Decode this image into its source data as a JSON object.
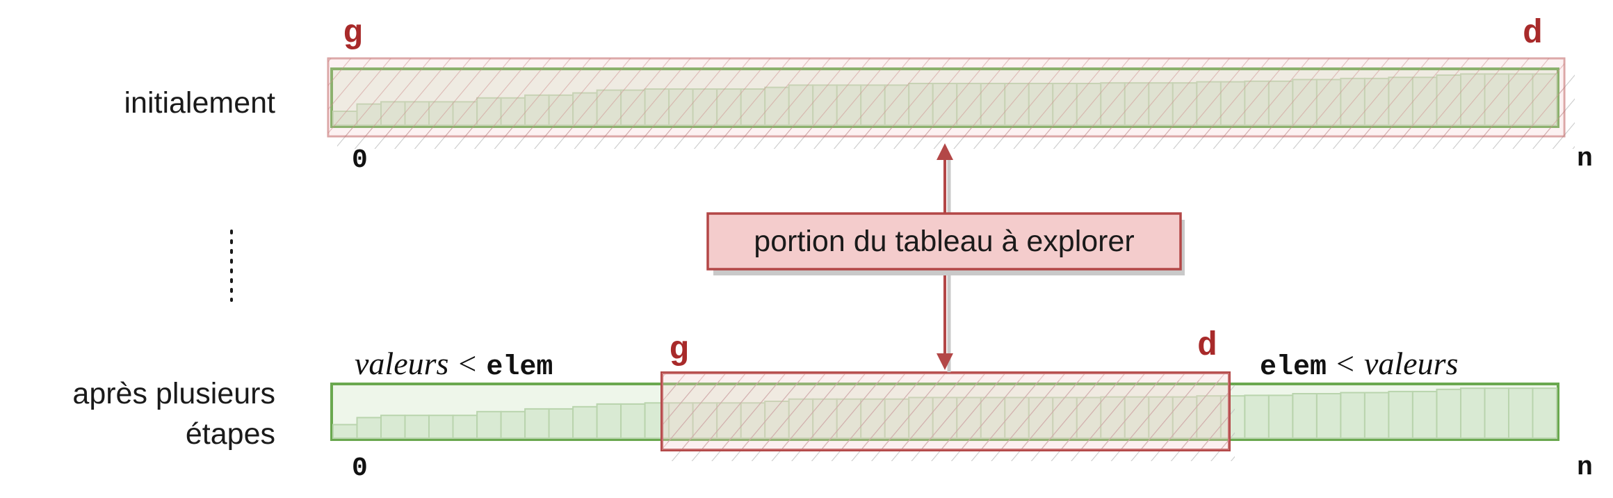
{
  "labels": {
    "row_initial": "initialement",
    "row_after_line1": "après plusieurs",
    "row_after_line2": "étapes",
    "ellipsis": "......",
    "callout": "portion du tableau à explorer"
  },
  "pointers": {
    "left": "g",
    "right": "d"
  },
  "indices": {
    "start": "0",
    "end": "n"
  },
  "annotations": {
    "left_expr": {
      "values": "valeurs",
      "op": "<",
      "elem": "elem"
    },
    "right_expr": {
      "elem": "elem",
      "op": "<",
      "values": "valeurs"
    }
  },
  "array_levels": [
    0.25,
    0.38,
    0.42,
    0.42,
    0.42,
    0.42,
    0.49,
    0.49,
    0.54,
    0.54,
    0.58,
    0.63,
    0.63,
    0.65,
    0.65,
    0.65,
    0.65,
    0.65,
    0.68,
    0.72,
    0.72,
    0.72,
    0.72,
    0.72,
    0.75,
    0.75,
    0.75,
    0.75,
    0.75,
    0.75,
    0.75,
    0.75,
    0.76,
    0.76,
    0.76,
    0.76,
    0.78,
    0.78,
    0.79,
    0.79,
    0.82,
    0.82,
    0.84,
    0.84,
    0.86,
    0.86,
    0.9,
    0.92,
    0.92,
    0.92,
    0.92
  ],
  "window": {
    "first_cell": 14,
    "last_cell": 37
  },
  "colors": {
    "green_stroke": "#6aa84f",
    "green_fill": "#d9ead3",
    "green_light": "#eef6ea",
    "green_cell": "#b9d4ad",
    "red_stroke": "#b34747",
    "red_fill": "#f4cccc",
    "red_text": "#a82a2a",
    "shadow": "#c9c9c9"
  }
}
